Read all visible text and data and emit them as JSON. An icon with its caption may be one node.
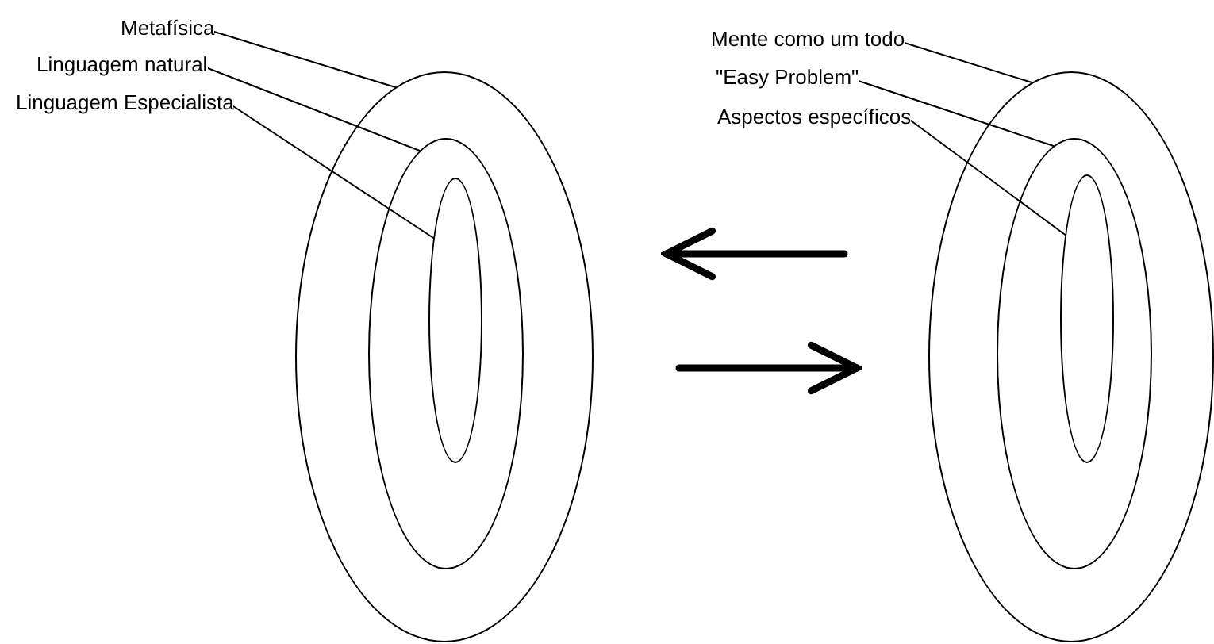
{
  "diagram": {
    "nodes": [
      {
        "text": [],
        "shape": "ellipse"
      },
      {
        "text": [],
        "shape": "ellipse",
        "in": 0
      },
      {
        "text": [],
        "shape": "ellipse",
        "in": 1
      },
      {
        "text": [],
        "shape": "ellipse"
      },
      {
        "text": [],
        "shape": "ellipse",
        "in": 3
      },
      {
        "text": [],
        "shape": "ellipse",
        "in": 4
      },
      {
        "text": [
          "Metafísica"
        ]
      },
      {
        "text": [
          "Linguagem natural"
        ]
      },
      {
        "text": [
          "Linguagem Especialista"
        ]
      },
      {
        "text": [
          "Mente como um todo"
        ]
      },
      {
        "text": [
          "\"Easy Problem\""
        ]
      },
      {
        "text": [
          "Aspectos específicos"
        ]
      }
    ],
    "edges": [
      {
        "from": 6,
        "to": 0,
        "arrow": "none"
      },
      {
        "from": 7,
        "to": 1,
        "arrow": "none"
      },
      {
        "from": 8,
        "to": 2,
        "arrow": "none"
      },
      {
        "from": 9,
        "to": 3,
        "arrow": "none"
      },
      {
        "from": 10,
        "to": 4,
        "arrow": "none"
      },
      {
        "from": 11,
        "to": 5,
        "arrow": "none"
      },
      {
        "from": 3,
        "to": 0,
        "arrow": "to",
        "style": "thick"
      },
      {
        "from": 0,
        "to": 3,
        "arrow": "to",
        "style": "thick"
      }
    ]
  }
}
